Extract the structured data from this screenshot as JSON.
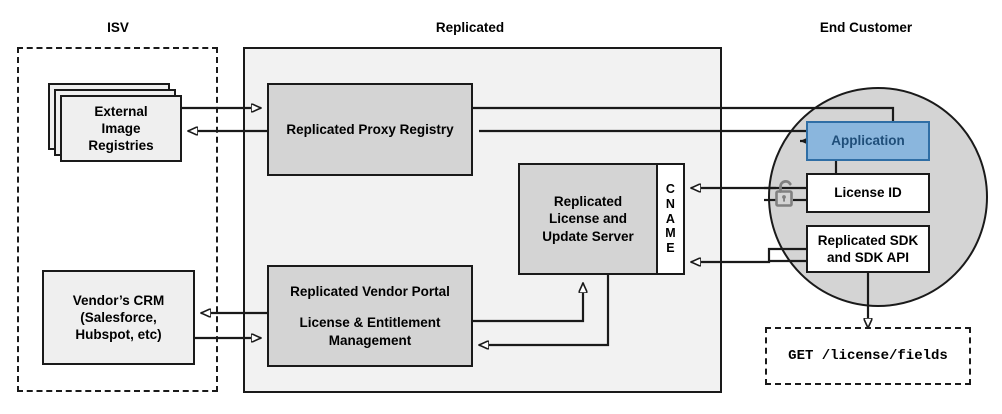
{
  "zones": {
    "isv": {
      "title": "ISV"
    },
    "replicated": {
      "title": "Replicated"
    },
    "end_customer": {
      "title": "End Customer"
    }
  },
  "nodes": {
    "external_image_registries": {
      "label": "External\nImage\nRegistries"
    },
    "vendors_crm": {
      "label": "Vendor’s CRM\n(Salesforce,\nHubspot, etc)"
    },
    "replicated_proxy_registry": {
      "label": "Replicated Proxy Registry"
    },
    "replicated_license_update_server": {
      "label": "Replicated\nLicense and\nUpdate Server"
    },
    "cname": {
      "label": "CNAME",
      "letters": [
        "C",
        "N",
        "A",
        "M",
        "E"
      ]
    },
    "replicated_vendor_portal": {
      "line1": "Replicated Vendor Portal",
      "line2": "License & Entitlement\nManagement"
    },
    "application": {
      "label": "Application"
    },
    "license_id": {
      "label": "License ID"
    },
    "replicated_sdk": {
      "label": "Replicated SDK\nand SDK API"
    },
    "api_call": {
      "label": "GET /license/fields"
    },
    "unlock": {
      "icon": "unlock-icon"
    }
  },
  "colors": {
    "accent_blue_fill": "#8ab6dd",
    "accent_blue_text": "#1f4e79",
    "accent_blue_border": "#2f6ea5",
    "node_grey": "#d4d4d4",
    "node_light": "#efefef",
    "zone_fill": "#f2f2f2",
    "circle_fill": "#d4d4d4",
    "stroke": "#1a1a1a"
  }
}
